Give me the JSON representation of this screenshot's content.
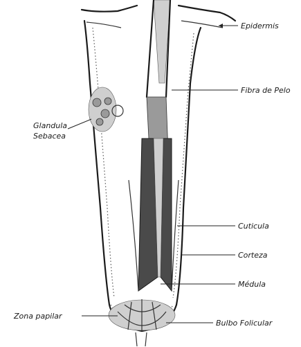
{
  "labels": {
    "epidermis": "Epidermis",
    "fibra": "Fibra de Pelo",
    "glandula_1": "Glandula",
    "glandula_2": "Sebacea",
    "cuticula": "Cuticula",
    "corteza": "Corteza",
    "medula": "Médula",
    "zona_papilar": "Zona papilar",
    "bulbo": "Bulbo Folicular"
  }
}
